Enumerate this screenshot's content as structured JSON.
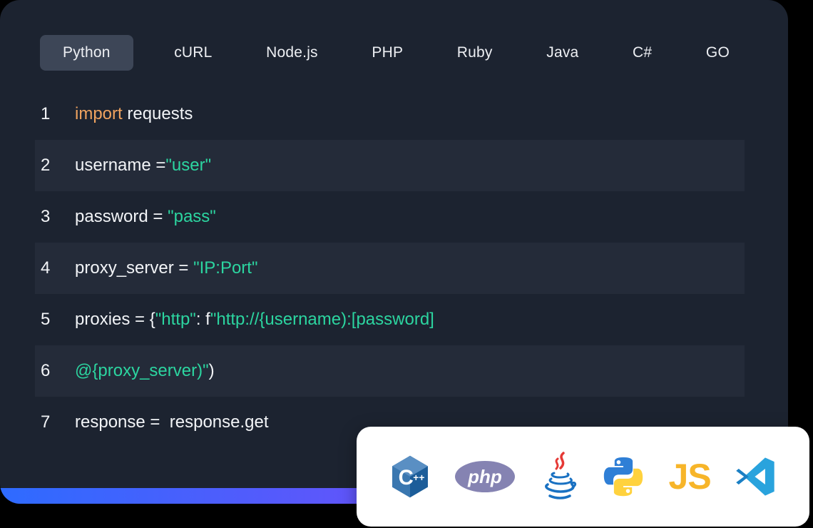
{
  "colors": {
    "card_bg": "#1c2330",
    "stripe_bg": "#242b39",
    "tab_active_bg": "#3d4657",
    "keyword_orange": "#f0a35f",
    "string_green": "#2cd5a0",
    "gradient_left": "#2e6bff",
    "gradient_right": "#9c3bf5"
  },
  "tabs": {
    "items": [
      {
        "label": "Python",
        "active": true
      },
      {
        "label": "cURL",
        "active": false
      },
      {
        "label": "Node.js",
        "active": false
      },
      {
        "label": "PHP",
        "active": false
      },
      {
        "label": "Ruby",
        "active": false
      },
      {
        "label": "Java",
        "active": false
      },
      {
        "label": "C#",
        "active": false
      },
      {
        "label": "GO",
        "active": false
      }
    ]
  },
  "code": {
    "lines": [
      {
        "num": "1",
        "striped": false,
        "tokens": [
          {
            "type": "keyword",
            "text": "import"
          },
          {
            "type": "plain",
            "text": " requests"
          }
        ]
      },
      {
        "num": "2",
        "striped": true,
        "tokens": [
          {
            "type": "plain",
            "text": "username ="
          },
          {
            "type": "string",
            "text": "\"user\""
          }
        ]
      },
      {
        "num": "3",
        "striped": false,
        "tokens": [
          {
            "type": "plain",
            "text": "password = "
          },
          {
            "type": "string",
            "text": "\"pass\""
          }
        ]
      },
      {
        "num": "4",
        "striped": true,
        "tokens": [
          {
            "type": "plain",
            "text": "proxy_server = "
          },
          {
            "type": "string",
            "text": "\"IP:Port\""
          }
        ]
      },
      {
        "num": "5",
        "striped": false,
        "tokens": [
          {
            "type": "plain",
            "text": "proxies = {"
          },
          {
            "type": "string",
            "text": "\"http\""
          },
          {
            "type": "plain",
            "text": ": f"
          },
          {
            "type": "string",
            "text": "\"http://{username):[password]"
          }
        ]
      },
      {
        "num": "6",
        "striped": true,
        "tokens": [
          {
            "type": "string",
            "text": "@{proxy_server)\""
          },
          {
            "type": "plain",
            "text": ")"
          }
        ]
      },
      {
        "num": "7",
        "striped": false,
        "tokens": [
          {
            "type": "plain",
            "text": "response =  response.get"
          }
        ]
      }
    ]
  },
  "logo_bar": {
    "items": [
      "cpp-logo-icon",
      "php-logo-icon",
      "java-logo-icon",
      "python-logo-icon",
      "js-logo-icon",
      "vscode-logo-icon"
    ],
    "cpp_letter": "C",
    "cpp_plus": "++",
    "php_text": "php",
    "js_text": "JS"
  }
}
